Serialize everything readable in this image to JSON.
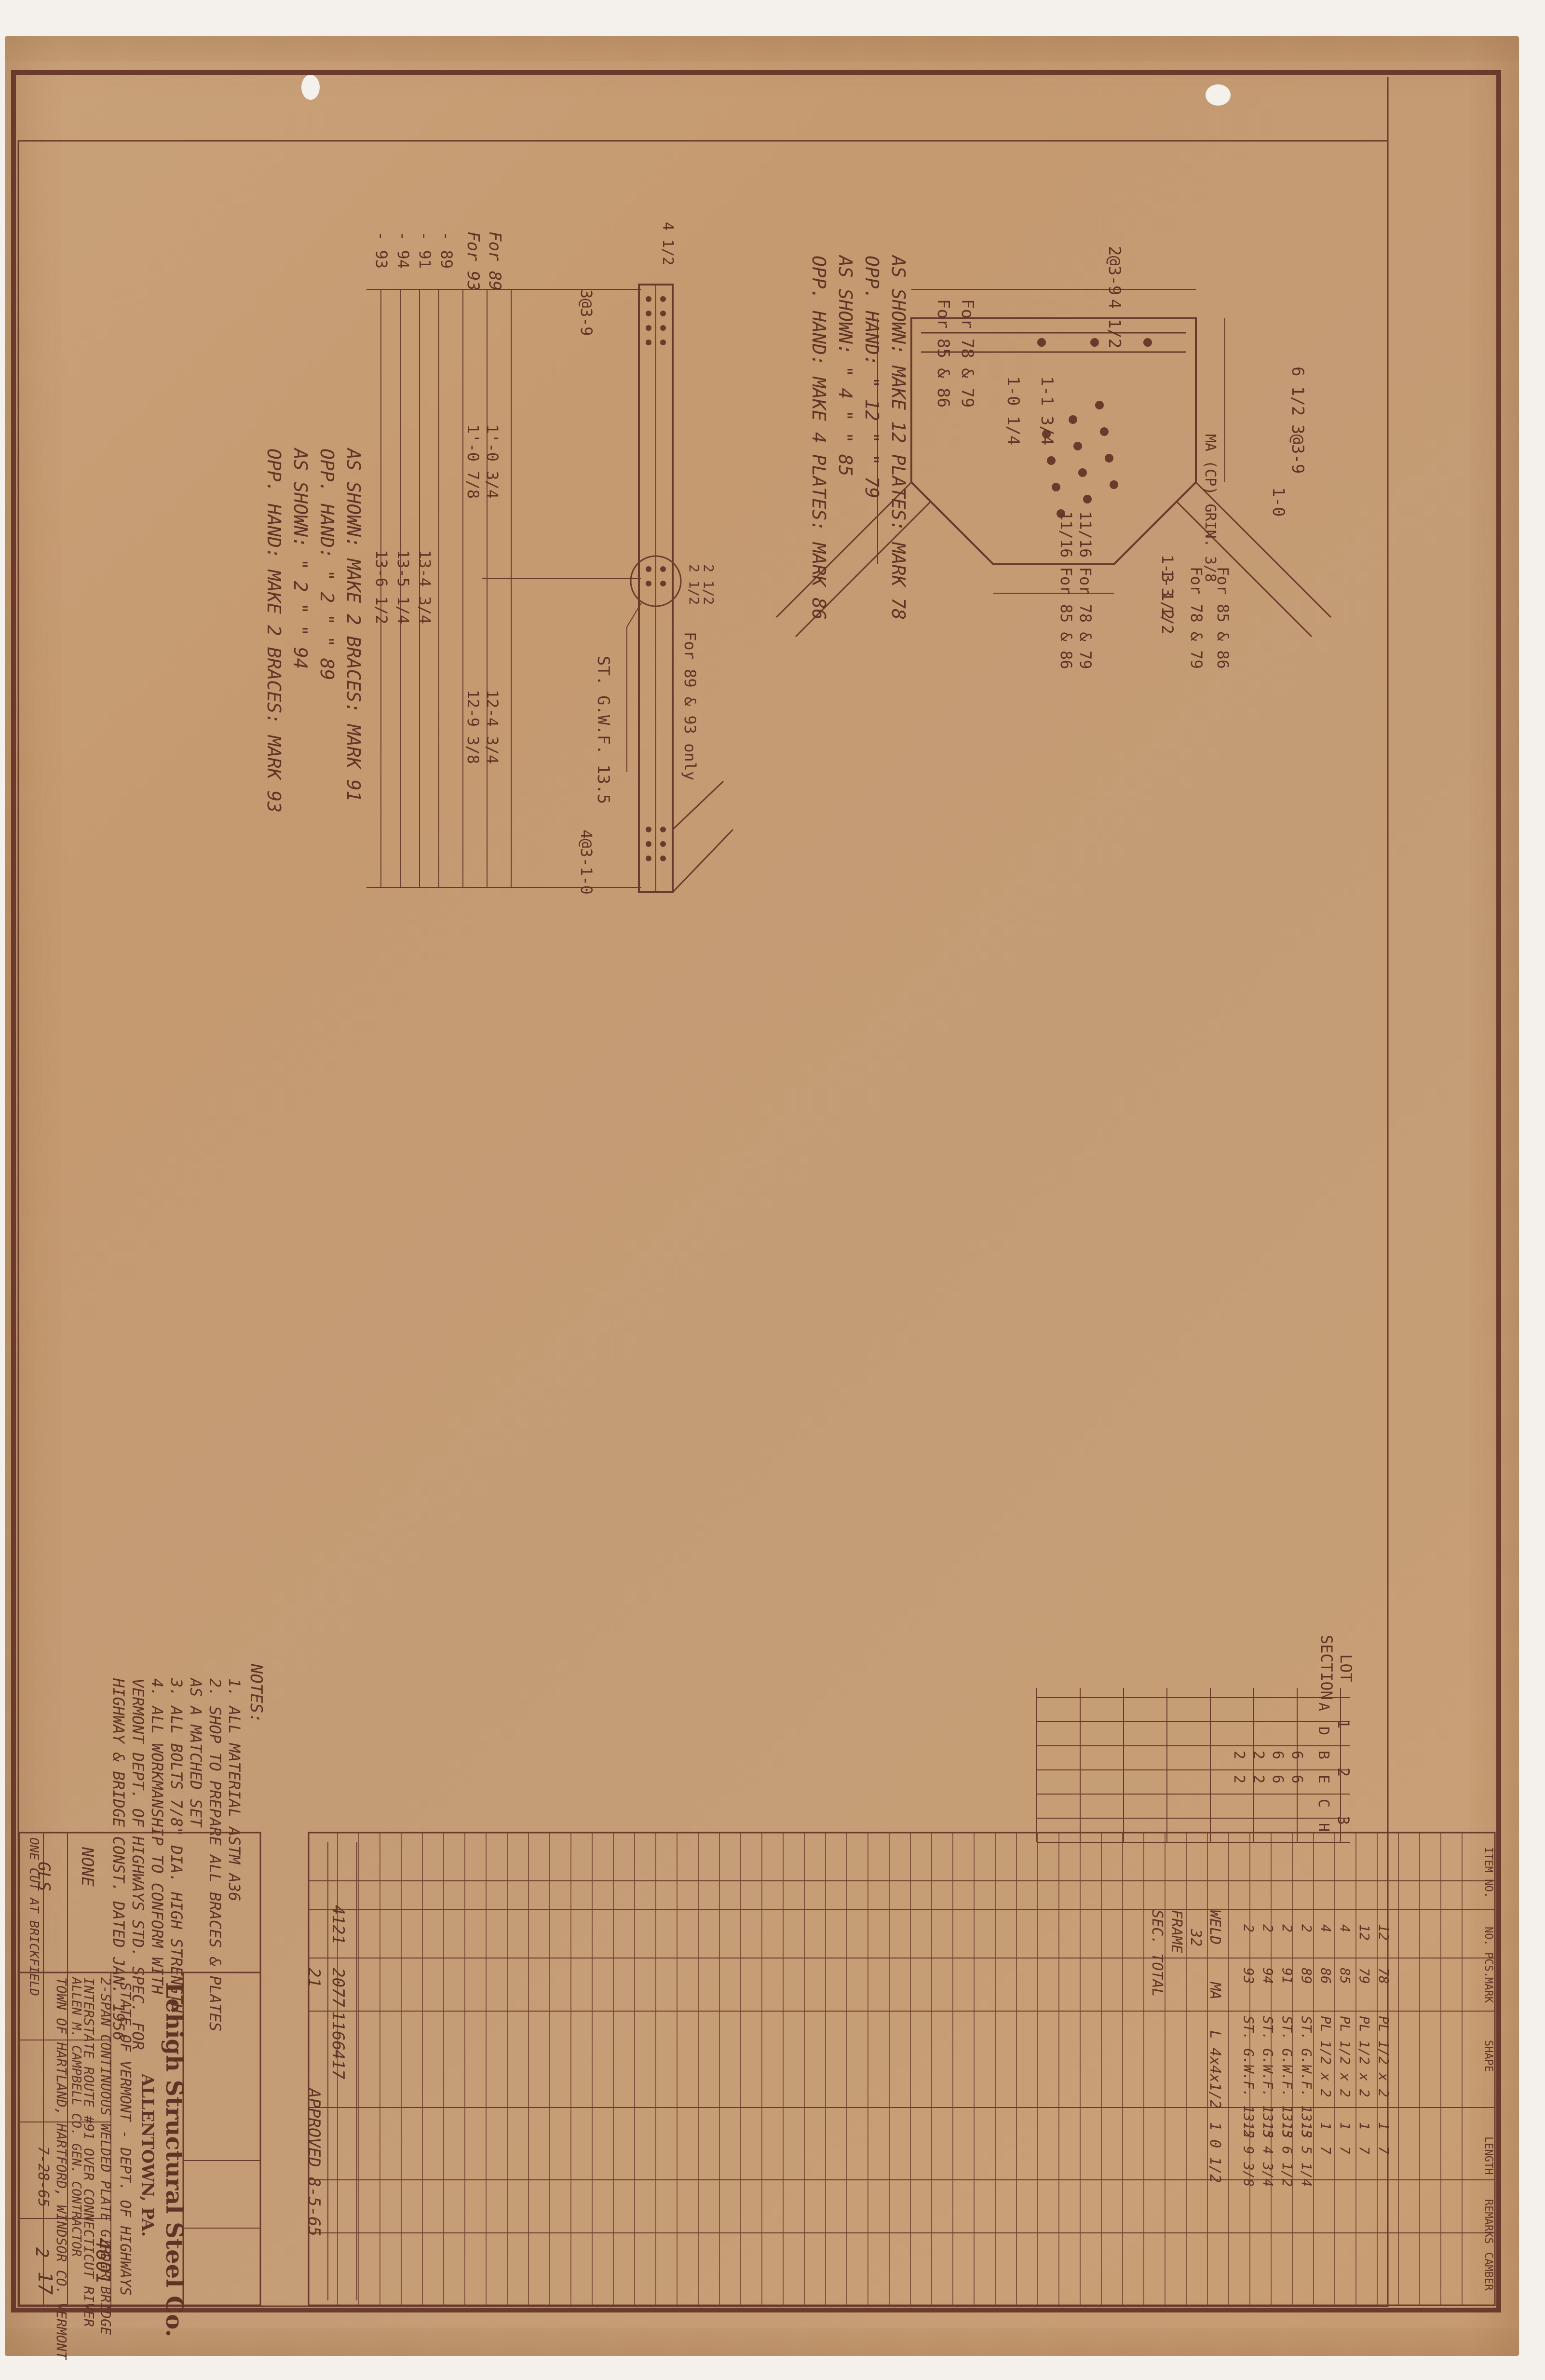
{
  "title_block": {
    "company": "Lehigh Structural Steel Co.",
    "city": "ALLENTOWN, PA.",
    "owner": "STATE OF VERMONT - DEPT. OF HIGHWAYS",
    "job_desc_1": "2-SPAN CONTINUOUS WELDED PLATE GIRDER BRIDGE",
    "job_desc_2": "INTERSTATE ROUTE #91 OVER CONNECTICUT RIVER",
    "job_desc_3": "TOWN OF HARTLAND, HARTFORD, WINDSOR CO. VERMONT",
    "contractor": "ALLEN M. CAMPBELL CO. GEN. CONTRACTOR",
    "scale": "NONE",
    "drawn_by": "GLS",
    "date": "7-28-65",
    "contract_no": "4601",
    "sheet_no": "17",
    "sheet_of": "2",
    "approved": "APPROVED 8-5-65",
    "cut_note": "ONE CUT AT BRICKFIELD"
  },
  "notes": {
    "heading": "NOTES:",
    "lines": [
      "1. ALL MATERIAL ASTM A36",
      "2. SHOP TO PREPARE ALL BRACES & PLATES",
      "   AS A MATCHED SET",
      "3. ALL BOLTS 7/8\" DIA. HIGH STRENGTH",
      "4. ALL WORKMANSHIP TO CONFORM WITH",
      "   VERMONT DEPT. OF HIGHWAYS STD. SPEC. FOR",
      "   HIGHWAY & BRIDGE CONST. DATED JAN. 1956"
    ]
  },
  "plate_detail": {
    "dims": [
      "2@3-9",
      "4 1/2",
      "6 1/2",
      "3@3-9",
      "1-0",
      "1-1 3/4",
      "1-0 1/4"
    ],
    "callouts": [
      "For 78 & 79",
      "For 85 & 86",
      "MA (CP) GRIN. 3/8",
      "1-3 1/2",
      "1-3 1/2"
    ],
    "bolt_note_a": "11/16 For 78 & 79",
    "bolt_note_b": "11/16 For 85 & 86",
    "side_a": "For 78 & 79",
    "side_b": "For 85 & 86",
    "make_lines": [
      "AS SHOWN: MAKE 12 PLATES: MARK 78",
      "OPP. HAND:   \"   12   \"       \"  79",
      "AS SHOWN:    \"    4   \"       \"  85",
      "OPP. HAND: MAKE 4 PLATES: MARK 86"
    ]
  },
  "brace_detail": {
    "label_member": "ST. G.W.F. 13.5",
    "label_for": "For 89 & 93 only",
    "left_dim": "3@3-9",
    "right_dim": "4@3-1-0",
    "mid_dims": [
      "2 1/2",
      "2 1/2"
    ],
    "length_labels": [
      "For 89",
      "For 93",
      "1'-0 3/4",
      "1'-0 7/8",
      "12-4 3/4",
      "12-9 3/8",
      "- 89",
      "- 91",
      "- 94",
      "- 93",
      "13-4 3/4",
      "13-5 1/4",
      "13-6 1/2"
    ],
    "top_dim": "4 1/2",
    "make_lines": [
      "AS SHOWN: MAKE 2 BRACES: MARK 91",
      "OPP. HAND:   \"   2    \"      \"  89",
      "AS SHOWN:    \"   2    \"      \"  94",
      "OPP. HAND: MAKE 2 BRACES: MARK 93"
    ]
  },
  "lot_table": {
    "header_lot": "LOT",
    "header_section": "SECTION",
    "columns": [
      "A",
      "D",
      "B",
      "E",
      "C",
      "H"
    ],
    "lot_numbers": [
      "1",
      "2",
      "3"
    ],
    "rows": [
      [
        "6",
        "6"
      ],
      [
        "6",
        "6"
      ],
      [
        "2",
        "2"
      ],
      [
        "2",
        "2"
      ]
    ]
  },
  "bill_of_material": {
    "headers": [
      "ITEM NO.",
      "NO. PCS.",
      "MARK",
      "SHAPE",
      "LENGTH",
      "REMARKS",
      "CAMBER"
    ],
    "rows": [
      [
        "12",
        "78",
        "PL 1/2 x 2",
        "1",
        "7"
      ],
      [
        "12",
        "79",
        "PL 1/2 x 2",
        "1",
        "7"
      ],
      [
        "4",
        "85",
        "PL 1/2 x 2",
        "1",
        "7"
      ],
      [
        "4",
        "86",
        "PL 1/2 x 2",
        "1",
        "7"
      ],
      [
        "2",
        "89",
        "ST. G.W.F. 13.5",
        "13",
        "5 1/4"
      ],
      [
        "2",
        "91",
        "ST. G.W.F. 13.5",
        "13",
        "6 1/2"
      ],
      [
        "2",
        "94",
        "ST. G.W.F. 13.5",
        "13",
        "4 3/4"
      ],
      [
        "2",
        "93",
        "ST. G.W.F. 13.5",
        "12",
        "9 3/8"
      ]
    ],
    "misc": [
      "WELD",
      "32",
      "FRAME",
      "SEC. TOTAL",
      "MA",
      "L 4x4x1/2",
      "1 0 1/2"
    ],
    "totals": {
      "weight": "4121",
      "plate_wt": "2077",
      "shape_wt": "1166",
      "bolts": "417",
      "count": "21"
    }
  }
}
